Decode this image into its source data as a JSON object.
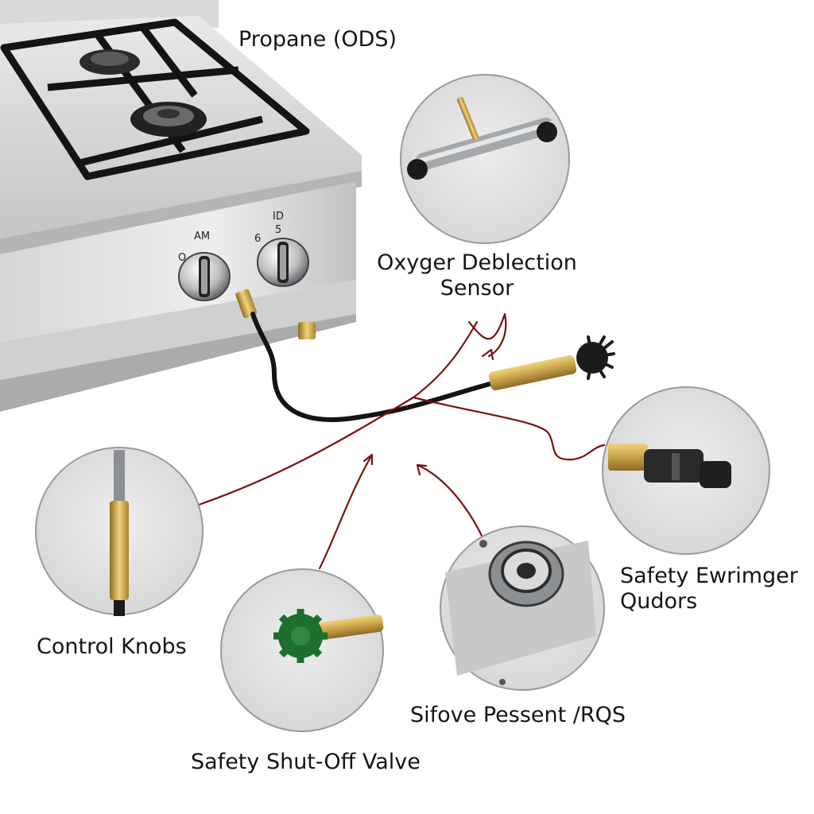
{
  "diagram": {
    "labels": {
      "propane": "Propane (ODS)",
      "oxygen_line1": "Oxyger Deblection",
      "oxygen_line2": "Sensor",
      "control_knobs": "Control Knobs",
      "safety_esc_line1": "Safety Ewrimger",
      "safety_esc_line2": "Qudors",
      "sifove": "Sifove Pessent /RQS",
      "shutoff": "Safety Shut-Off Valve"
    },
    "knob_marks": {
      "left_top": "AM",
      "left_side": "O",
      "right_top": "ID",
      "right_side_a": "6",
      "right_side_b": "5"
    },
    "colors": {
      "leader_line": "#7a1010",
      "steel": "#c9cbcd",
      "brass": "#c8a24a",
      "grate": "#141414",
      "inset_bg": "#e2e2e2",
      "green_gear": "#1e6e2e"
    },
    "icons": [
      "stove-icon",
      "thermocouple-icon",
      "ods-pilot-icon",
      "gear-valve-icon",
      "burner-port-icon",
      "connector-icon",
      "sensor-rod-icon"
    ]
  }
}
